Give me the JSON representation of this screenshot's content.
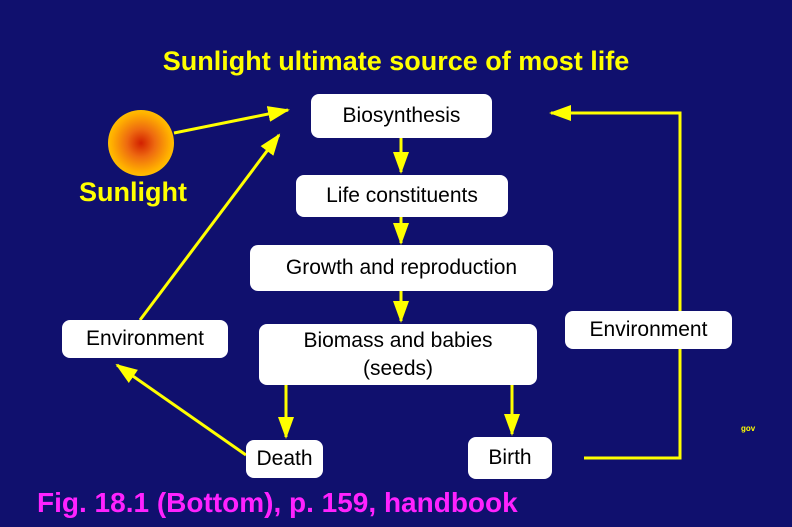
{
  "title": "Sunlight ultimate source of most life",
  "sun": {
    "label": "Sunlight",
    "icon": "sun-icon"
  },
  "nodes": {
    "biosynthesis": "Biosynthesis",
    "life_constituents": "Life constituents",
    "growth": "Growth and reproduction",
    "biomass_line1": "Biomass and babies",
    "biomass_line2": "(seeds)",
    "environment_left": "Environment",
    "environment_right": "Environment",
    "death": "Death",
    "birth": "Birth"
  },
  "edges": [
    {
      "from": "Sunlight",
      "to": "Biosynthesis"
    },
    {
      "from": "Biosynthesis",
      "to": "Life constituents"
    },
    {
      "from": "Life constituents",
      "to": "Growth and reproduction"
    },
    {
      "from": "Growth and reproduction",
      "to": "Biomass and babies (seeds)"
    },
    {
      "from": "Biomass and babies (seeds)",
      "to": "Death"
    },
    {
      "from": "Biomass and babies (seeds)",
      "to": "Birth"
    },
    {
      "from": "Death",
      "to": "Environment (left)"
    },
    {
      "from": "Environment (left)",
      "to": "Biosynthesis"
    },
    {
      "from": "Birth",
      "to": "Environment (right)"
    },
    {
      "from": "Environment (right)",
      "to": "Biosynthesis"
    }
  ],
  "footnote": "gov",
  "caption": "Fig. 18.1 (Bottom), p. 159, handbook",
  "colors": {
    "background": "#10106e",
    "title": "#ffff00",
    "arrows": "#ffff00",
    "box": "#ffffff",
    "caption": "#ff22ff"
  }
}
